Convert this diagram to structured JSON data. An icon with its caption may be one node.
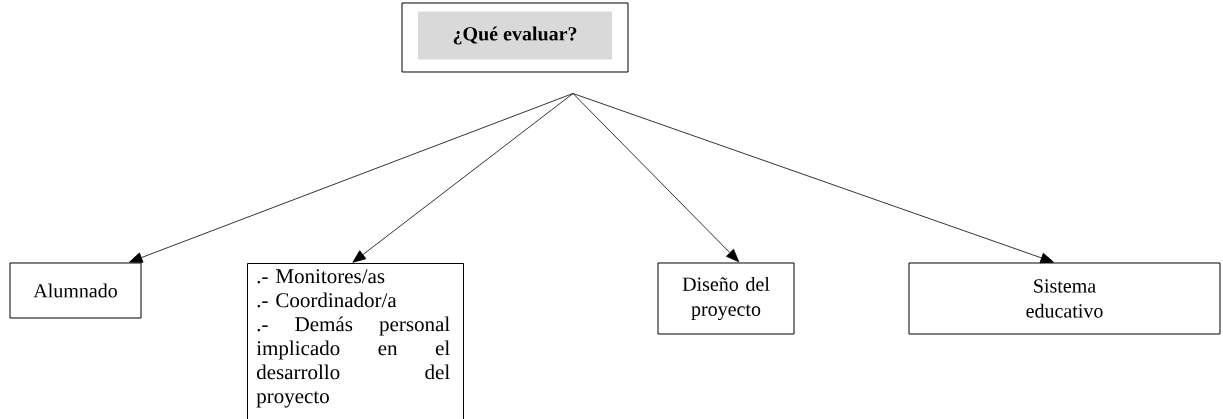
{
  "diagram": {
    "nodes": [
      {
        "text": [
          "¿Qué evaluar?"
        ]
      },
      {
        "text": [
          "Alumnado"
        ]
      },
      {
        "text": [
          ".- Monitores/as",
          ".- Coordinador/a",
          ".- Demás personal implicado en el desarrollo del proyecto"
        ]
      },
      {
        "text": [
          "Diseño del proyecto"
        ]
      },
      {
        "text": [
          "Sistema educativo"
        ]
      }
    ],
    "edges": [
      {
        "from": 0,
        "to": 1,
        "arrow": "to"
      },
      {
        "from": 0,
        "to": 2,
        "arrow": "to"
      },
      {
        "from": 0,
        "to": 3,
        "arrow": "to"
      },
      {
        "from": 0,
        "to": 4,
        "arrow": "to"
      }
    ]
  }
}
